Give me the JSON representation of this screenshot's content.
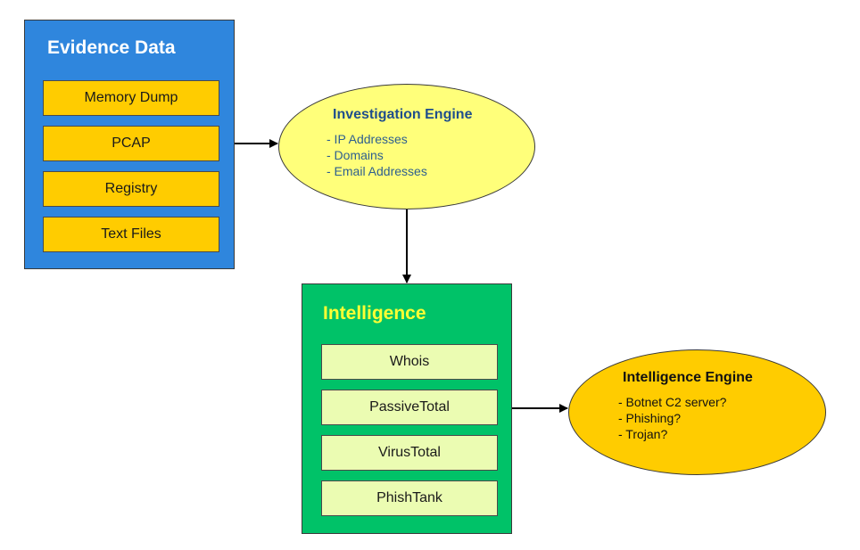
{
  "evidence": {
    "title": "Evidence Data",
    "items": [
      "Memory Dump",
      "PCAP",
      "Registry",
      "Text Files"
    ]
  },
  "investigation_engine": {
    "title": "Investigation Engine",
    "items": [
      "- IP Addresses",
      "- Domains",
      "- Email Addresses"
    ]
  },
  "intelligence": {
    "title": "Intelligence",
    "items": [
      "Whois",
      "PassiveTotal",
      "VirusTotal",
      "PhishTank"
    ]
  },
  "intelligence_engine": {
    "title": "Intelligence Engine",
    "items": [
      "- Botnet C2 server?",
      "- Phishing?",
      "- Trojan?"
    ]
  },
  "colors": {
    "evidence_panel": "#2f86dd",
    "evidence_item": "#ffcc00",
    "intelligence_panel": "#00c268",
    "intelligence_item": "#ebfcb2",
    "investigation_engine": "#ffff7a",
    "intelligence_engine": "#ffcc00",
    "intelligence_title": "#ffff33"
  }
}
